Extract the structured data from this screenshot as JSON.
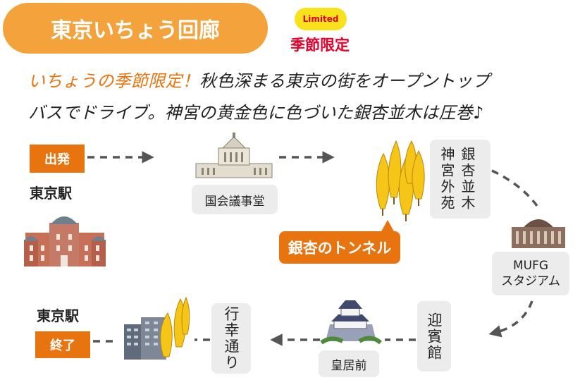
{
  "header": {
    "title": "東京いちょう回廊",
    "limited_badge": "Limited",
    "season_label": "季節限定"
  },
  "description": {
    "line1_highlight": "いちょうの季節限定！",
    "line1_rest": "秋色深まる東京の街をオープントップ",
    "line2": "バスでドライブ。神宮の黄金色に色づいた銀杏並木は圧巻♪"
  },
  "route": {
    "start_tag": "出発",
    "start_station": "東京駅",
    "kokkai": "国会議事堂",
    "jingu_col1": "神宮外苑",
    "jingu_col2": "銀杏並木",
    "tunnel": "銀杏のトンネル",
    "stadium_line1": "MUFG",
    "stadium_line2": "スタジアム",
    "geihinkan": "迎賓館",
    "kokyo": "皇居前",
    "gyoko": "行幸通り",
    "end_station": "東京駅",
    "end_tag": "終了"
  },
  "colors": {
    "orange": "#f4a33c",
    "accent_orange": "#e8740f",
    "limited_yellow": "#f7e21b",
    "limited_red": "#e4002b",
    "ginkgo_yellow": "#f5c518",
    "route_gray": "#555555"
  }
}
